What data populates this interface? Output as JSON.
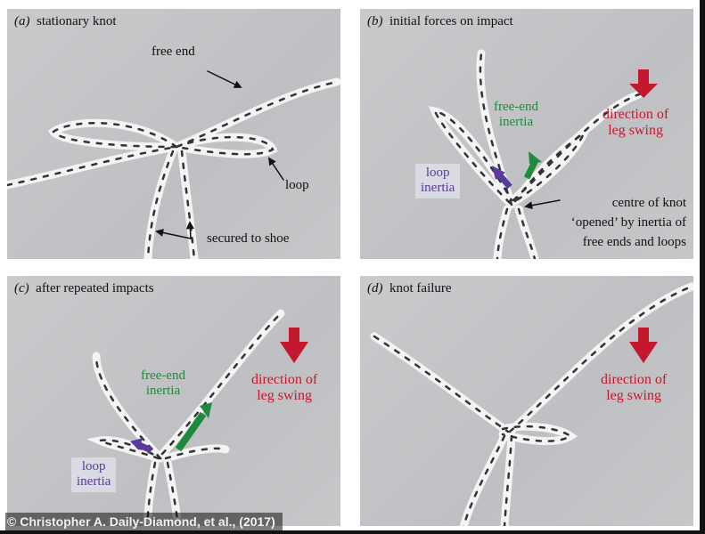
{
  "panels": {
    "a": {
      "letter": "(a)",
      "title": "stationary knot",
      "free_end": "free end",
      "loop": "loop",
      "secured": "secured to shoe"
    },
    "b": {
      "letter": "(b)",
      "title": "initial forces on impact",
      "free_end_inertia": [
        "free-end",
        "inertia"
      ],
      "loop_inertia": [
        "loop",
        "inertia"
      ],
      "direction": [
        "direction of",
        "leg swing"
      ],
      "centre": [
        "centre of knot",
        "‘opened’ by inertia of",
        "free ends and loops"
      ]
    },
    "c": {
      "letter": "(c)",
      "title": "after repeated impacts",
      "free_end_inertia": [
        "free-end",
        "inertia"
      ],
      "loop_inertia": [
        "loop",
        "inertia"
      ],
      "direction": [
        "direction of",
        "leg swing"
      ]
    },
    "d": {
      "letter": "(d)",
      "title": "knot failure",
      "direction": [
        "direction of",
        "leg swing"
      ]
    }
  },
  "credit": "© Christopher A. Daily-Diamond, et al., (2017)",
  "colors": {
    "red": "#c3182d",
    "green": "#1e8a3c",
    "purple": "#5a3a9e"
  }
}
